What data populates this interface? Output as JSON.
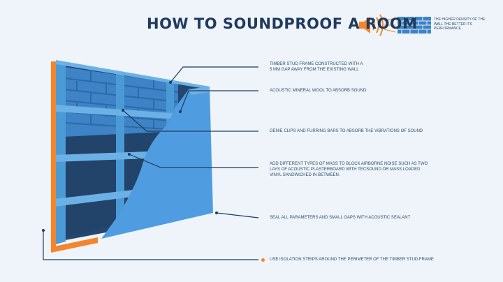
{
  "title": "HOW TO SOUNDPROOF A ROOM",
  "header_note": "THE HIGHER DENSITY OF THE WALL THE BETTER ITS PERFORMANCE",
  "icons": {
    "speaker": "speaker-icon",
    "sound_waves": "sound-waves-icon",
    "brick_wall": "brick-wall-icon"
  },
  "colors": {
    "background": "#eef4fa",
    "title": "#1f3a5c",
    "stud": "#4a9ad6",
    "brick": "#3d83c6",
    "mortar": "#2c6aa8",
    "insulation": "#25476f",
    "plasterboard": "#4f9de0",
    "isolation_strip": "#f5842b"
  },
  "callouts": [
    {
      "id": "frame",
      "lines": [
        "TIMBER STUD FRAME CONSTRUCTED WITH A",
        "5 MM GAP AWAY FROM THE EXISTING WALL"
      ]
    },
    {
      "id": "wool",
      "lines": [
        "ACOUSTIC MINERAL WOOL TO ABSORB SOUND"
      ]
    },
    {
      "id": "clips",
      "lines": [
        "GENIE CLIPS AND FURRING BARS TO ABSORB THE VIBRATIONS OF SOUND"
      ]
    },
    {
      "id": "mass",
      "lines": [
        "ADD DIFFERENT TYPES OF MASS TO BLOCK AIRBORNE NOISE SUCH AS TWO",
        "LAYS OF ACOUSTIC PLASTERBOARD WITH TECSOUND OR MASS LOADED",
        "VINYL SANDWICHED IN BETWEEN."
      ]
    },
    {
      "id": "sealant",
      "lines": [
        "SEAL ALL PARAMETERS AND SMALL GAPS WITH ACOUSTIC SEALANT"
      ]
    },
    {
      "id": "strips",
      "lines": [
        "USE ISOLATION STRIPS AROUND THE PERIMETER OF THE TIMBER STUD FRAME"
      ]
    }
  ]
}
